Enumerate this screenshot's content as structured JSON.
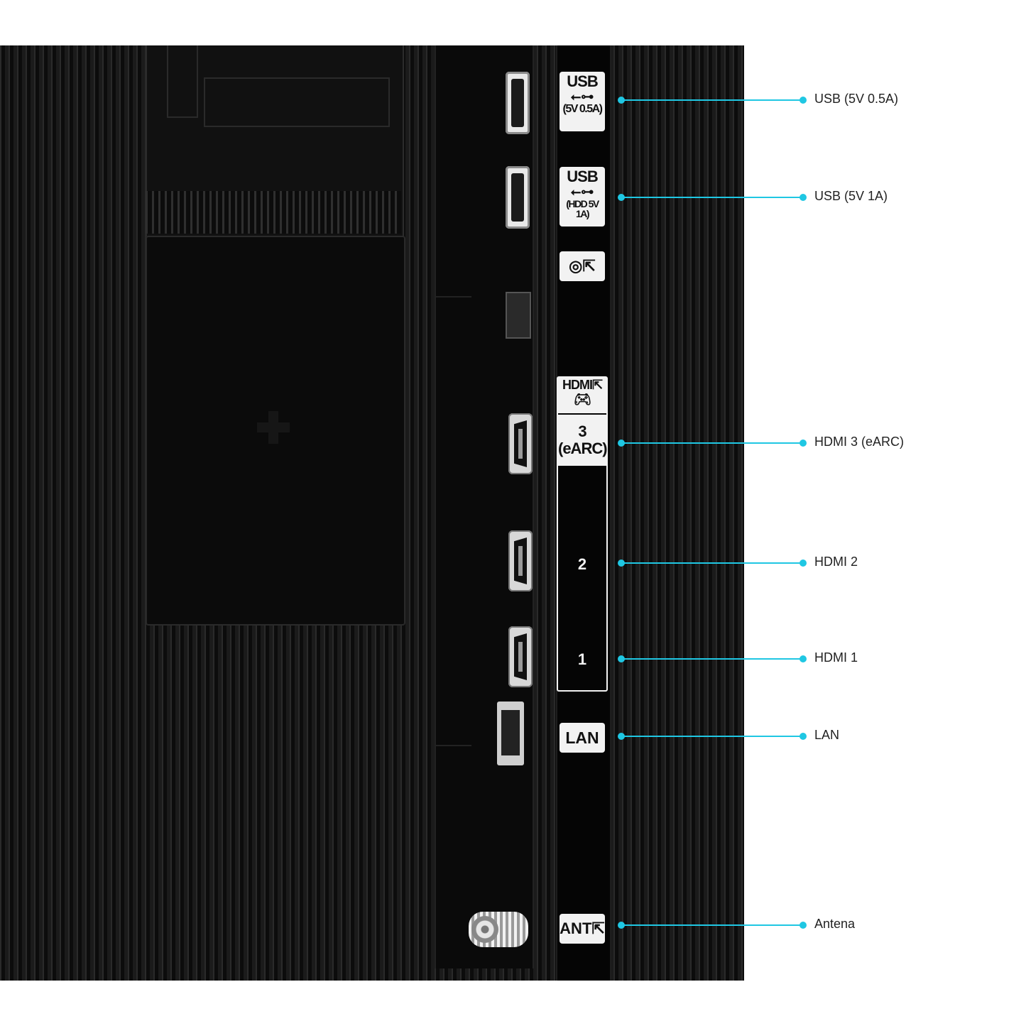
{
  "badges": {
    "usb1": {
      "title": "USB",
      "symbol": "⭠",
      "sub": "(5V 0.5A)"
    },
    "usb2": {
      "title": "USB",
      "symbol": "⭠",
      "sub": "(HDD 5V 1A)"
    },
    "hdmi_header": "HDMI",
    "hdmi3": "3",
    "hdmi3_sub": "(eARC)",
    "hdmi2": "2",
    "hdmi1": "1",
    "lan": "LAN",
    "ant": "ANT"
  },
  "callouts": [
    {
      "id": "usb1",
      "label": "USB (5V 0.5A)"
    },
    {
      "id": "usb2",
      "label": "USB (5V 1A)"
    },
    {
      "id": "hdmi3",
      "label": "HDMI 3 (eARC)"
    },
    {
      "id": "hdmi2",
      "label": "HDMI 2"
    },
    {
      "id": "hdmi1",
      "label": "HDMI 1"
    },
    {
      "id": "lan",
      "label": "LAN"
    },
    {
      "id": "ant",
      "label": "Antena"
    }
  ],
  "colors": {
    "accent": "#1fc7e3",
    "panel": "#151515",
    "badge": "#f2f2f2"
  },
  "icons": [
    "usb-icon",
    "optical-icon",
    "input-icon",
    "gamepad-icon",
    "ethernet-port",
    "coax-port"
  ]
}
